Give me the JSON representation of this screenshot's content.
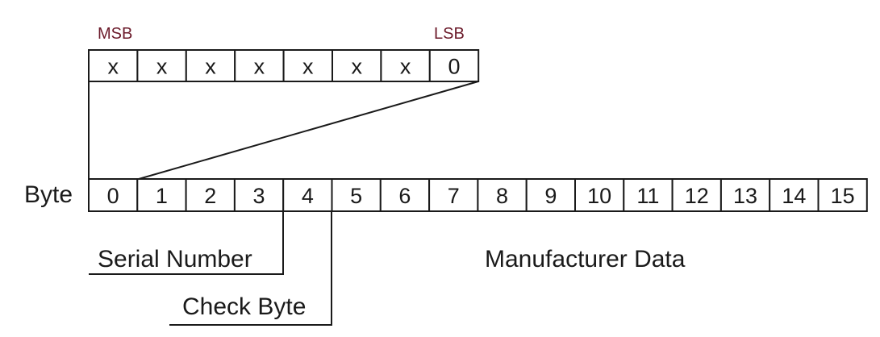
{
  "labels": {
    "msb": "MSB",
    "lsb": "LSB",
    "byte": "Byte",
    "serial_number": "Serial Number",
    "check_byte": "Check Byte",
    "manufacturer_data": "Manufacturer Data"
  },
  "bits": [
    "x",
    "x",
    "x",
    "x",
    "x",
    "x",
    "x",
    "0"
  ],
  "bytes": [
    "0",
    "1",
    "2",
    "3",
    "4",
    "5",
    "6",
    "7",
    "8",
    "9",
    "10",
    "11",
    "12",
    "13",
    "14",
    "15"
  ]
}
